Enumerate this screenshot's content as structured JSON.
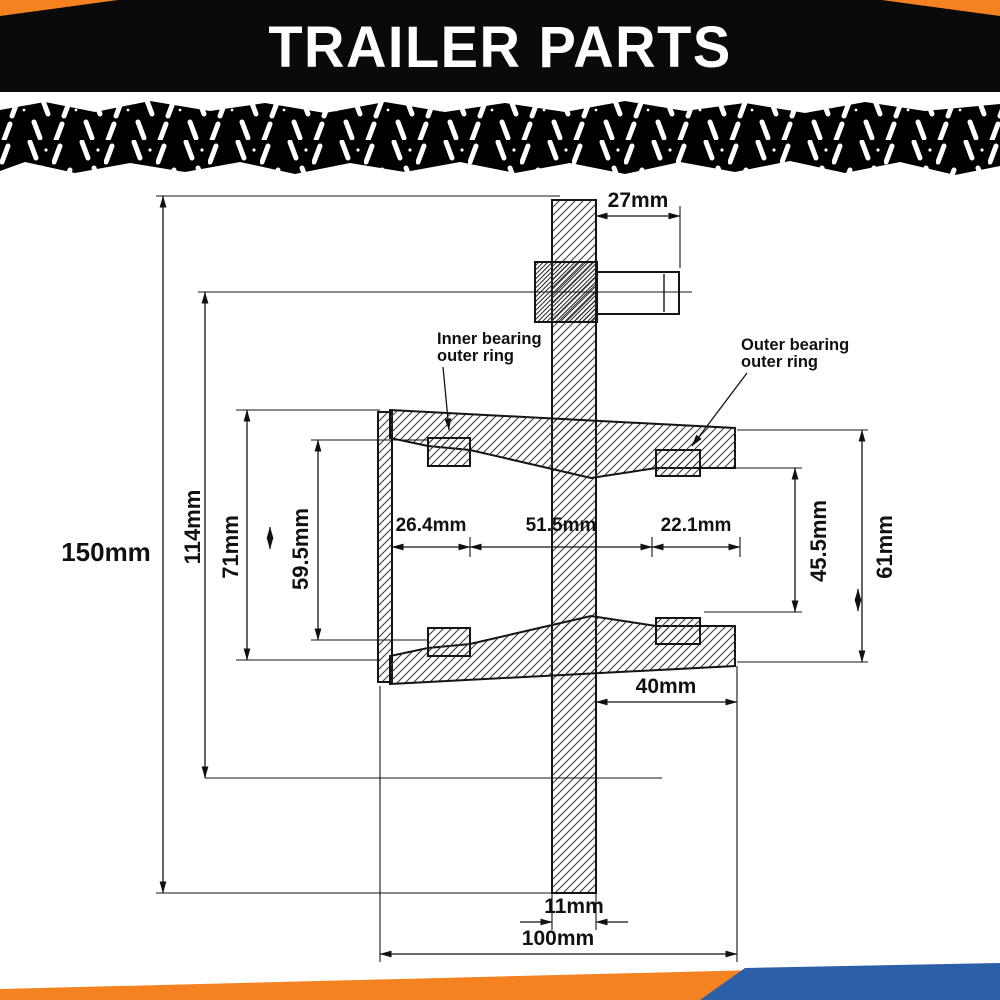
{
  "header": {
    "title": "TRAILER PARTS"
  },
  "colors": {
    "accent_orange": "#F58220",
    "accent_blue": "#2B5FA8",
    "ink": "#111111"
  },
  "diagram": {
    "dims": {
      "d27": "27mm",
      "d150": "150mm",
      "d114": "114mm",
      "d71": "71mm",
      "d59_5": "59.5mm",
      "d26_4": "26.4mm",
      "d51_5": "51.5mm",
      "d22_1": "22.1mm",
      "d45_5": "45.5mm",
      "d61": "61mm",
      "d40": "40mm",
      "d11": "11mm",
      "d100": "100mm"
    },
    "notes": {
      "inner_line1": "Inner bearing",
      "inner_line2": "outer ring",
      "outer_line1": "Outer bearing",
      "outer_line2": "outer ring"
    }
  }
}
